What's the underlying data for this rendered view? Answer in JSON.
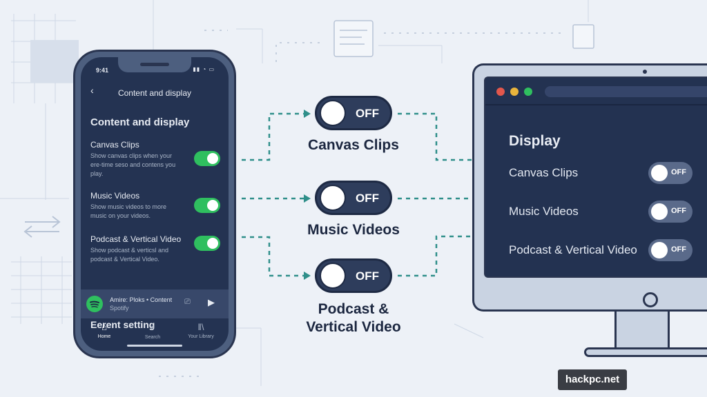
{
  "phone": {
    "time": "9:41",
    "status_icons": "▮▮ ◔ ▭",
    "nav_back_icon": "chevron-left-icon",
    "nav_title": "Content and display",
    "section_title": "Content and display",
    "settings": [
      {
        "name": "Canvas Clips",
        "desc": "Show canvas clips when your ere-time seso and contens you play.",
        "enabled": true
      },
      {
        "name": "Music Videos",
        "desc": "Show music videos to more music on your videos.",
        "enabled": true
      },
      {
        "name": "Podcast & Vertical Video",
        "desc": "Show podcast & verticsl and podcast & Vertical Video.",
        "enabled": true
      }
    ],
    "section_title_2": "Eerent setting",
    "player": {
      "line1": "Amire: Ploks • Content",
      "line2": "Spotify"
    },
    "tabs": [
      {
        "label": "Home",
        "icon": "home-icon"
      },
      {
        "label": "Search",
        "icon": "search-icon"
      },
      {
        "label": "Your Library",
        "icon": "library-icon"
      }
    ]
  },
  "middle": {
    "toggles": [
      {
        "state": "OFF",
        "label": "Canvas Clips"
      },
      {
        "state": "OFF",
        "label": "Music Videos"
      },
      {
        "state": "OFF",
        "label_line1": "Podcast &",
        "label_line2": "Vertical Video"
      }
    ]
  },
  "desktop": {
    "title": "Display",
    "items": [
      {
        "label": "Canvas Clips",
        "state": "OFF"
      },
      {
        "label": "Music Videos",
        "state": "OFF"
      },
      {
        "label": "Podcast & Vertical Video",
        "state": "OFF"
      }
    ]
  },
  "colors": {
    "toggle_on": "#2fbf5f",
    "arrow": "#2f8f8a",
    "screen_bg": "#233251",
    "close_dot": "#e2574c",
    "min_dot": "#e9b43c",
    "max_dot": "#2fbf5f"
  },
  "watermark": "hackpc.net"
}
